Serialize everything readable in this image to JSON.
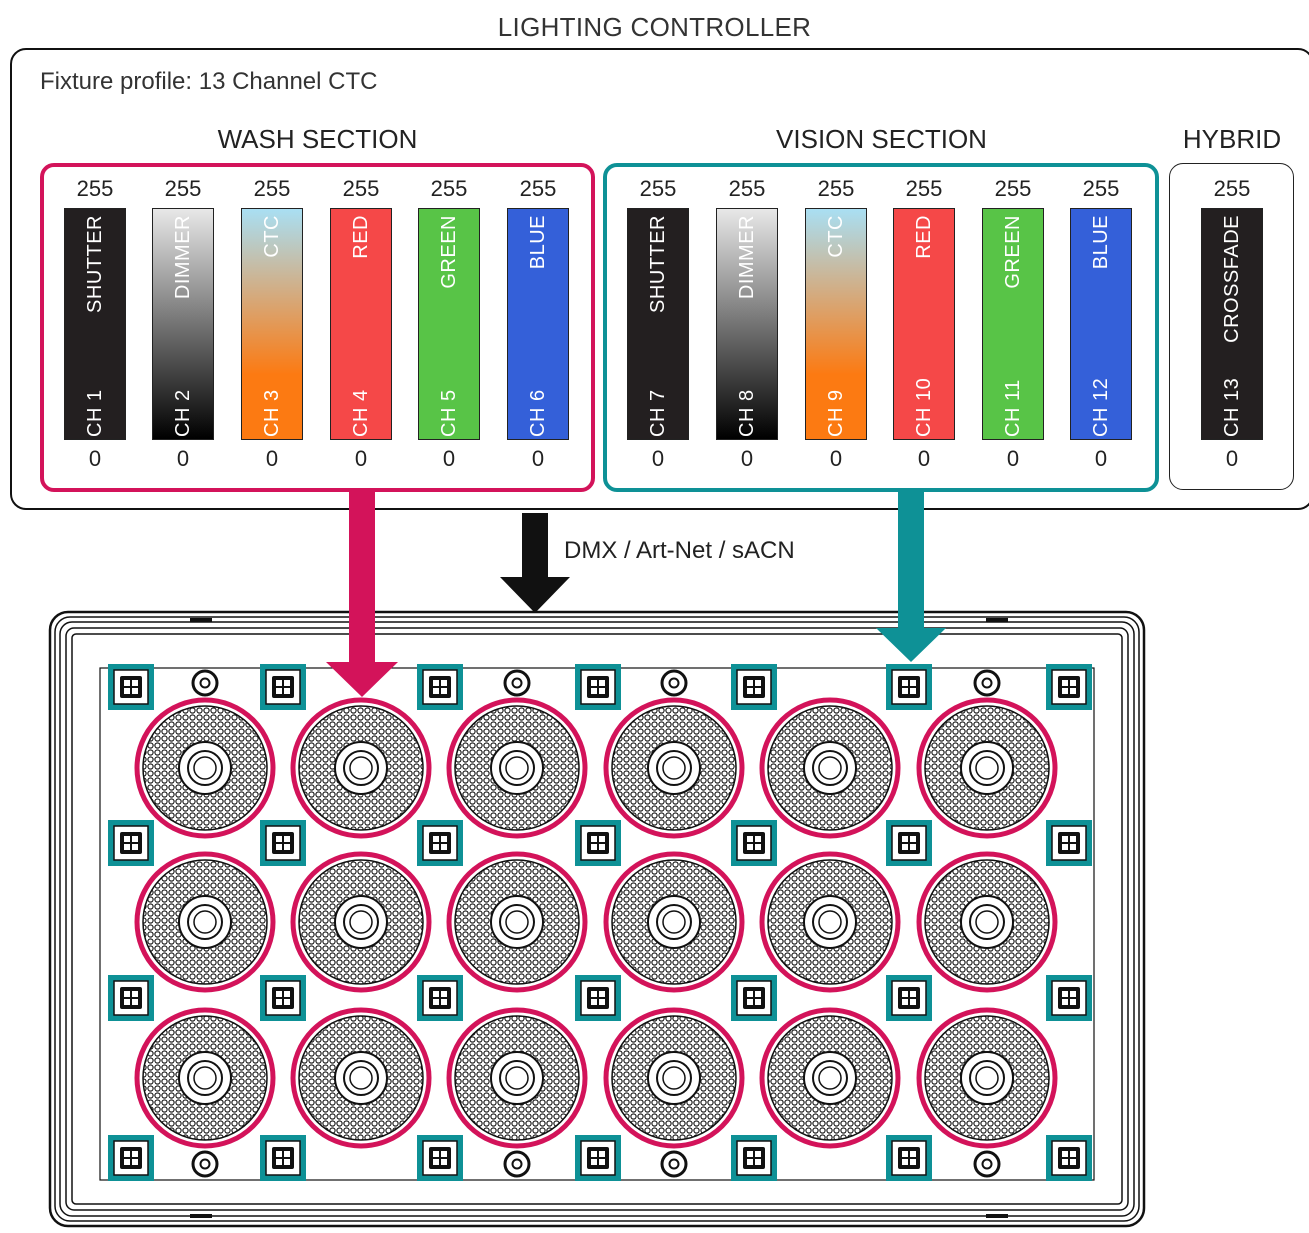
{
  "controller": {
    "title": "LIGHTING CONTROLLER",
    "profile": "Fixture profile:  13 Channel CTC"
  },
  "sections": {
    "wash": "WASH SECTION",
    "vision": "VISION SECTION",
    "hybrid": "HYBRID"
  },
  "channels": [
    {
      "label": "SHUTTER",
      "number": "CH 1",
      "max": "255",
      "min": "0",
      "style": "shutter"
    },
    {
      "label": "DIMMER",
      "number": "CH 2",
      "max": "255",
      "min": "0",
      "style": "dimmer"
    },
    {
      "label": "CTC",
      "number": "CH 3",
      "max": "255",
      "min": "0",
      "style": "ctc"
    },
    {
      "label": "RED",
      "number": "CH 4",
      "max": "255",
      "min": "0",
      "style": "red"
    },
    {
      "label": "GREEN",
      "number": "CH 5",
      "max": "255",
      "min": "0",
      "style": "green"
    },
    {
      "label": "BLUE",
      "number": "CH 6",
      "max": "255",
      "min": "0",
      "style": "blue"
    },
    {
      "label": "SHUTTER",
      "number": "CH 7",
      "max": "255",
      "min": "0",
      "style": "shutter"
    },
    {
      "label": "DIMMER",
      "number": "CH 8",
      "max": "255",
      "min": "0",
      "style": "dimmer"
    },
    {
      "label": "CTC",
      "number": "CH 9",
      "max": "255",
      "min": "0",
      "style": "ctc"
    },
    {
      "label": "RED",
      "number": "CH 10",
      "max": "255",
      "min": "0",
      "style": "red"
    },
    {
      "label": "GREEN",
      "number": "CH 11",
      "max": "255",
      "min": "0",
      "style": "green"
    },
    {
      "label": "BLUE",
      "number": "CH 12",
      "max": "255",
      "min": "0",
      "style": "blue"
    },
    {
      "label": "CROSSFADE",
      "number": "CH 13",
      "max": "255",
      "min": "0",
      "style": "shutter"
    }
  ],
  "protocol": "DMX / Art-Net / sACN",
  "colors": {
    "wash": "#d3135a",
    "vision": "#0e9196",
    "shutter": "#231f20",
    "red": "#f54848",
    "green": "#58c447",
    "blue": "#3460d9",
    "ctc_warm": "#fc7a12",
    "ctc_cool": "#a9dff3"
  }
}
